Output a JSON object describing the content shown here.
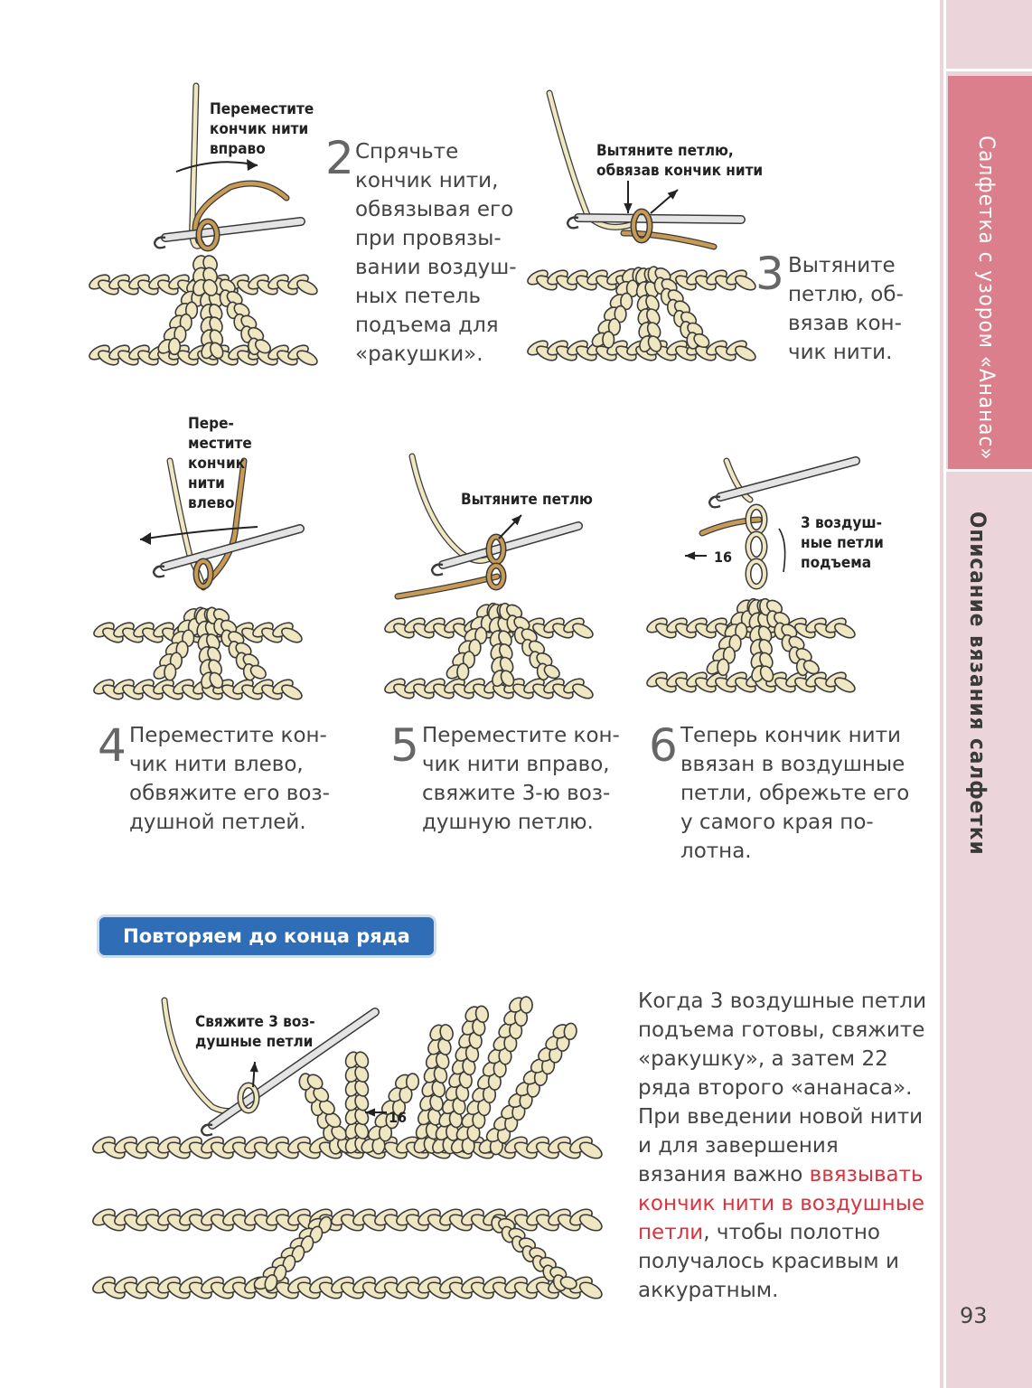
{
  "sidebar": {
    "title": "Салфетка с узором «Ананас»",
    "section": "Описание вязания салфетки"
  },
  "page_number": "93",
  "steps": [
    {
      "number": "2",
      "lines": [
        "Спрячьте",
        "кончик нити,",
        "обвязывая его",
        "при провязы-",
        "вании воздуш-",
        "ных петель",
        "подъема для",
        "«ракушки»."
      ]
    },
    {
      "number": "3",
      "lines": [
        "Вытяните",
        "петлю, об-",
        "вязав кон-",
        "чик нити."
      ]
    },
    {
      "number": "4",
      "lines": [
        "Переместите кон-",
        "чик нити влево,",
        "обвяжите его воз-",
        "душной петлей."
      ]
    },
    {
      "number": "5",
      "lines": [
        "Переместите кон-",
        "чик нити вправо,",
        "свяжите 3-ю воз-",
        "душную петлю."
      ]
    },
    {
      "number": "6",
      "lines": [
        "Теперь кончик нити",
        "ввязан в воздушные",
        "петли, обрежьте его",
        "у самого края по-",
        "лотна."
      ]
    }
  ],
  "callouts": {
    "c1": [
      "Переместите",
      "кончик нити",
      "вправо"
    ],
    "c2": [
      "Вытяните петлю,",
      "обвязав кончик нити"
    ],
    "c3": [
      "Пере-",
      "местите",
      "кончик",
      "нити",
      "влево"
    ],
    "c4": [
      "Вытяните петлю"
    ],
    "c5": [
      "3 воздуш-",
      "ные петли",
      "подъема"
    ],
    "c6": [
      "Свяжите 3 воз-",
      "душные петли"
    ]
  },
  "markers": {
    "m1": "16",
    "m2": "16"
  },
  "banner": "Повторяем до конца ряда",
  "final_paragraph": {
    "before": "Когда 3 воздушные петли подъема готовы, свяжите «ракушку», а затем 22 ряда второго «ананаса». При введении новой нити и для завершения вязания важно ",
    "highlight": "ввязывать кончик нити в воздушные петли",
    "after": ", чтобы полотно получалось красивым и аккуратным."
  },
  "colors": {
    "yarn": "#efe6c2",
    "yarn_outline": "#3a3a3a",
    "tail": "#c79a55",
    "banner": "#2f6db6",
    "side_tab": "#dc7f8c",
    "side_bg": "#ecd5da",
    "highlight": "#d8343f"
  }
}
